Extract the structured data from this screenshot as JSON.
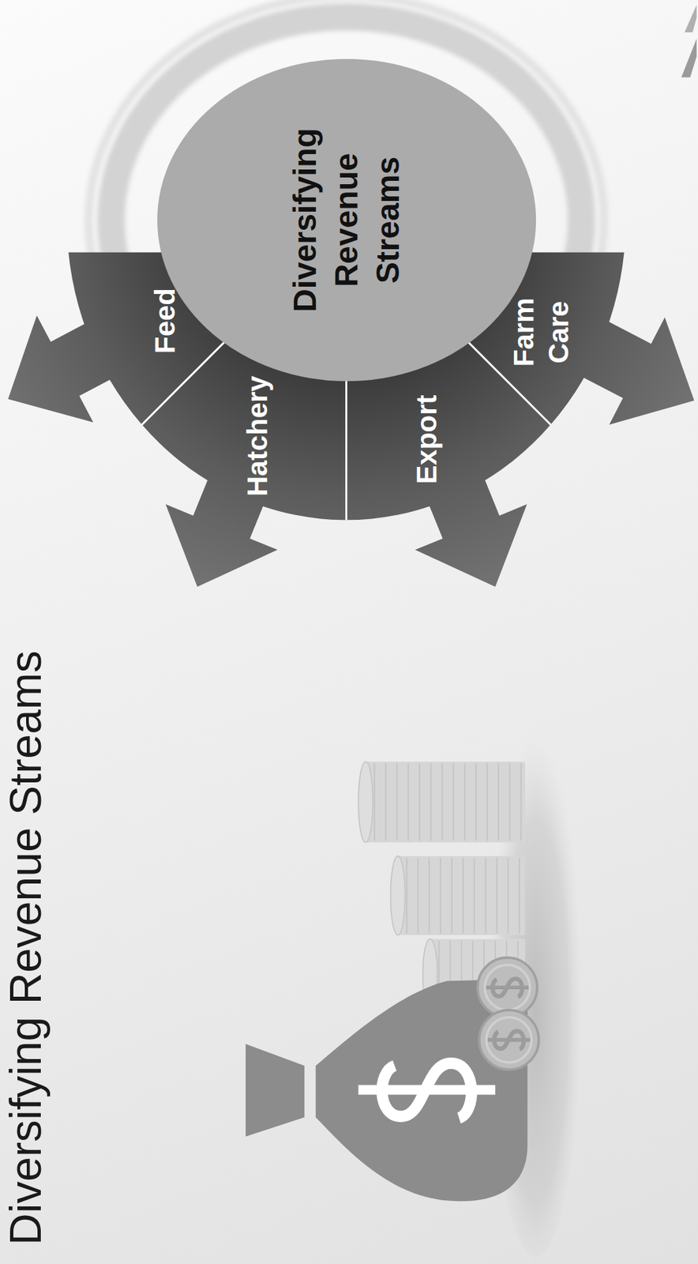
{
  "diagram": {
    "title": "Diversifying Revenue Streams",
    "nodes": [
      {
        "text": [
          "Diversifying Revenue Streams"
        ]
      },
      {
        "text": [
          "Feed"
        ]
      },
      {
        "text": [
          "Hatchery"
        ]
      },
      {
        "text": [
          "Export"
        ]
      },
      {
        "text": [
          "Farm Care"
        ]
      }
    ]
  }
}
